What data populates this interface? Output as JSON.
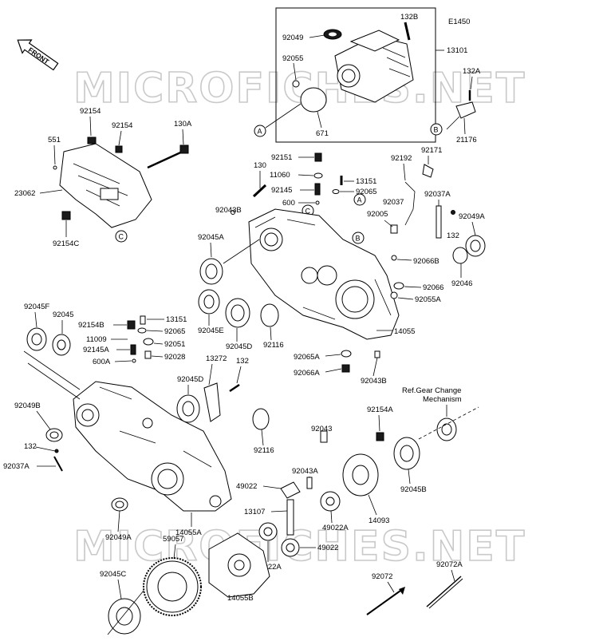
{
  "diagram_code": "E1450",
  "front_label": "FRONT",
  "watermark": "MICROFICHES.NET",
  "reference_note": [
    "Ref.Gear Change",
    "Mechanism"
  ],
  "callout_letters": [
    "A",
    "B",
    "C"
  ],
  "part_labels": {
    "p132B": "132B",
    "p13101": "13101",
    "p92049": "92049",
    "p92055": "92055",
    "p671": "671",
    "p132A": "132A",
    "p21176": "21176",
    "p92154a": "92154",
    "p92154b": "92154",
    "p130A": "130A",
    "p551": "551",
    "p23062": "23062",
    "p92154C": "92154C",
    "p92151": "92151",
    "p11060": "11060",
    "p13151a": "13151",
    "p92145": "92145",
    "p92065a": "92065",
    "p600": "600",
    "p130": "130",
    "p92043B": "92043B",
    "p92045A": "92045A",
    "p92192": "92192",
    "p92171": "92171",
    "p92037": "92037",
    "p92037A": "92037A",
    "p92005": "92005",
    "p92049A": "92049A",
    "p132a": "132",
    "p92066B": "92066B",
    "p92066": "92066",
    "p92046": "92046",
    "p92055A": "92055A",
    "p92045E": "92045E",
    "p92045D": "92045D",
    "p92116a": "92116",
    "p14055": "14055",
    "p92065A": "92065A",
    "p92066A": "92066A",
    "p92043Ba": "92043B",
    "p92045F": "92045F",
    "p92045": "92045",
    "p92154B": "92154B",
    "p13151b": "13151",
    "p92065b": "92065",
    "p11009": "11009",
    "p92051": "92051",
    "p92145A": "92145A",
    "p92028": "92028",
    "p600A": "600A",
    "p13272": "13272",
    "p132b": "132",
    "p92045D2": "92045D",
    "p92049B": "92049B",
    "p132c": "132",
    "p92037A2": "92037A",
    "p92116b": "92116",
    "p14055A": "14055A",
    "p92049A2": "92049A",
    "p92154A": "92154A",
    "p92043": "92043",
    "p92043A": "92043A",
    "p49022a": "49022",
    "p13107": "13107",
    "p49022A": "49022A",
    "p14093": "14093",
    "p92045B": "92045B",
    "p49022b": "49022",
    "p49022A2": "49022A",
    "p59057": "59057",
    "p92045C": "92045C",
    "p14055B": "14055B",
    "p92072": "92072",
    "p92072A": "92072A"
  }
}
